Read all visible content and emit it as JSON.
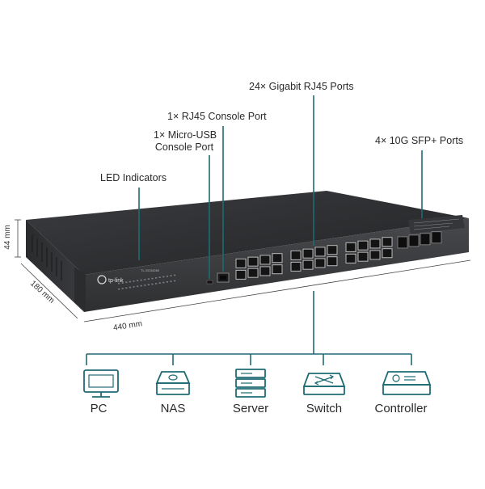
{
  "callouts": {
    "rj45_ports": "24× Gigabit RJ45 Ports",
    "console_port": "1× RJ45 Console Port",
    "usb_console_line1": "1× Micro-USB",
    "usb_console_line2": "Console Port",
    "sfp_ports": "4× 10G SFP+ Ports",
    "led": "LED Indicators"
  },
  "dimensions": {
    "height": "44 mm",
    "depth": "180 mm",
    "width": "440 mm"
  },
  "device_branding": {
    "logo": "tp-link",
    "model": "TL-SG3428X"
  },
  "devices": [
    {
      "name": "PC",
      "icon": "pc-icon"
    },
    {
      "name": "NAS",
      "icon": "nas-icon"
    },
    {
      "name": "Server",
      "icon": "server-icon"
    },
    {
      "name": "Switch",
      "icon": "switch-icon"
    },
    {
      "name": "Controller",
      "icon": "controller-icon"
    }
  ],
  "colors": {
    "accent": "#1e6b74",
    "switch_body": "#3a3b3d",
    "switch_top": "#2c2d2f"
  }
}
